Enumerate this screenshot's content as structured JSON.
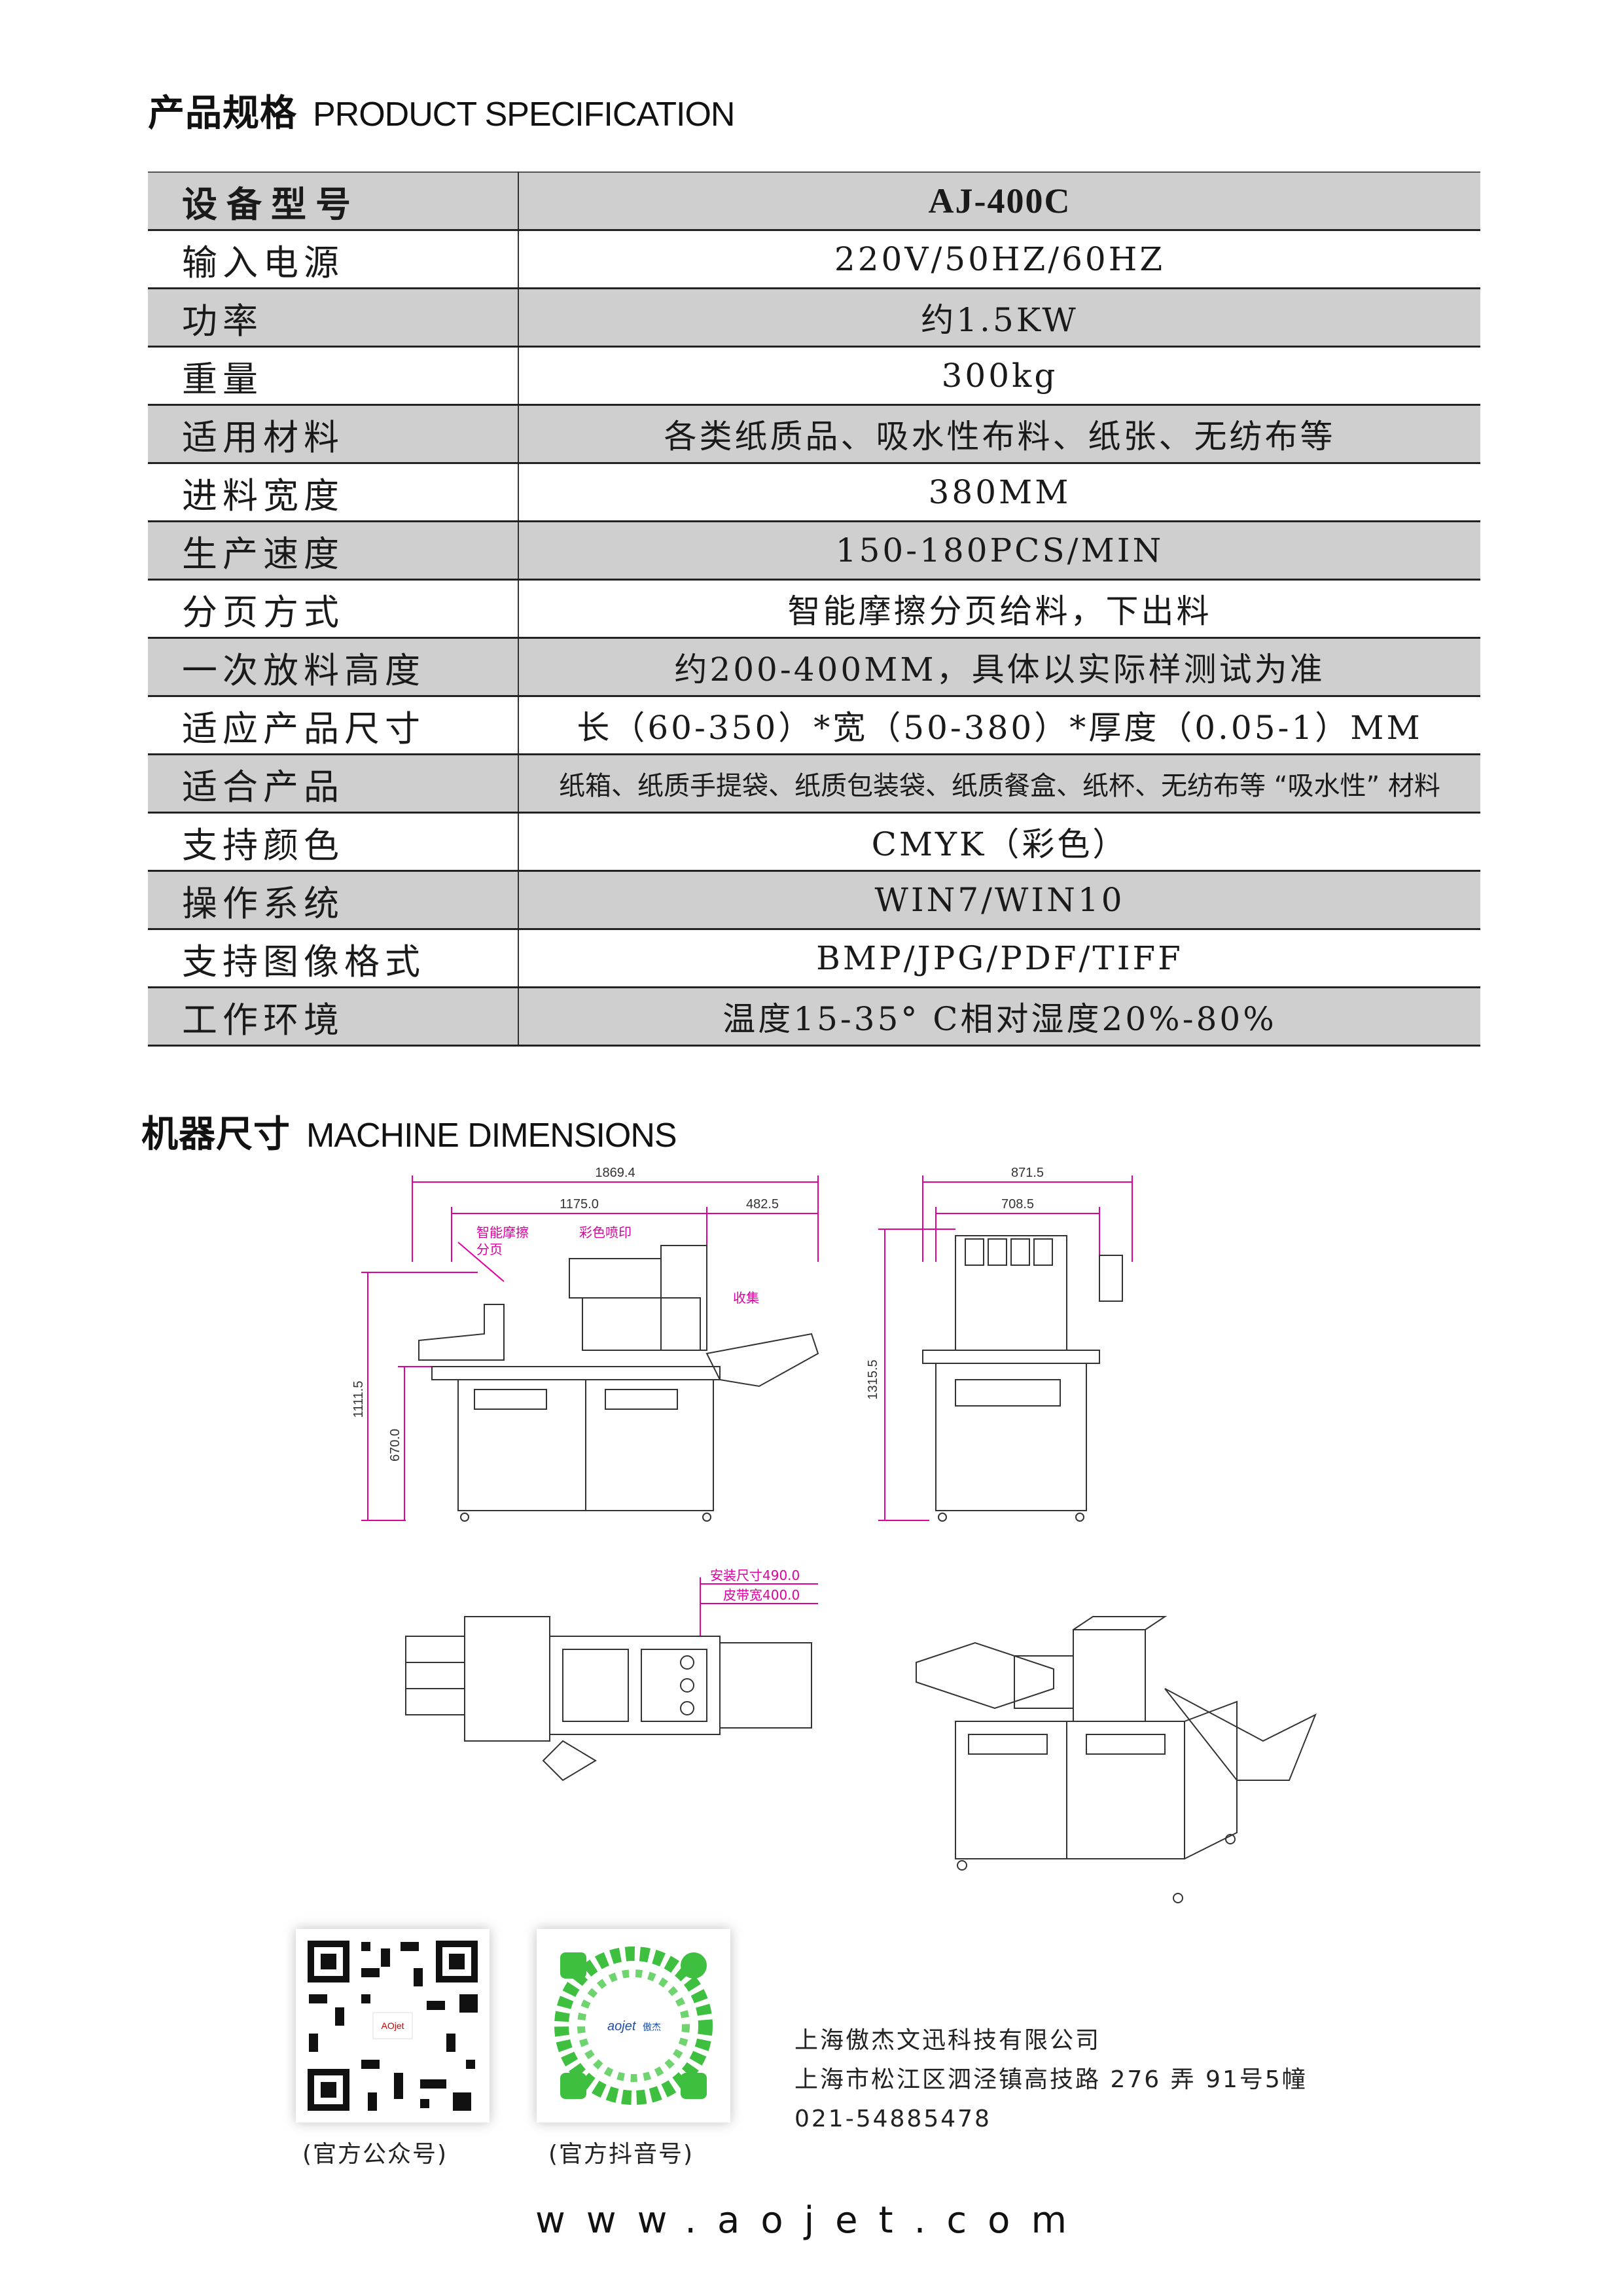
{
  "spec_section": {
    "title_cn": "产品规格",
    "title_en": "PRODUCT SPECIFICATION"
  },
  "spec_rows": [
    {
      "label": "设备型号",
      "value": "AJ-400C"
    },
    {
      "label": "输入电源",
      "value": "220V/50HZ/60HZ"
    },
    {
      "label": "功率",
      "value": "约1.5KW"
    },
    {
      "label": "重量",
      "value": "300kg"
    },
    {
      "label": "适用材料",
      "value": "各类纸质品、吸水性布料、纸张、无纺布等"
    },
    {
      "label": "进料宽度",
      "value": "380MM"
    },
    {
      "label": "生产速度",
      "value": "150-180PCS/MIN"
    },
    {
      "label": "分页方式",
      "value": "智能摩擦分页给料，下出料"
    },
    {
      "label": "一次放料高度",
      "value": "约200-400MM，具体以实际样测试为准"
    },
    {
      "label": "适应产品尺寸",
      "value": "长（60-350）*宽（50-380）*厚度（0.05-1）MM"
    },
    {
      "label": "适合产品",
      "value": "纸箱、纸质手提袋、纸质包装袋、纸质餐盒、纸杯、无纺布等 “吸水性” 材料"
    },
    {
      "label": "支持颜色",
      "value": "CMYK（彩色）"
    },
    {
      "label": "操作系统",
      "value": "WIN7/WIN10"
    },
    {
      "label": "支持图像格式",
      "value": "BMP/JPG/PDF/TIFF"
    },
    {
      "label": "工作环境",
      "value": "温度15-35° C相对湿度20%-80%"
    }
  ],
  "dim_section": {
    "title_cn": "机器尺寸",
    "title_en": "MACHINE DIMENSIONS"
  },
  "front_view": {
    "overall_length": "1869.4",
    "left_length": "1175.0",
    "right_length": "482.5",
    "overall_height": "1111.5",
    "table_height": "670.0",
    "zone_feed": "智能摩擦",
    "zone_feed_2": "分页",
    "zone_print": "彩色喷印",
    "zone_collect": "收集"
  },
  "side_view": {
    "overall_width": "871.5",
    "inner_width": "708.5",
    "overall_height": "1315.5"
  },
  "top_view": {
    "install_size": "安装尺寸490.0",
    "belt_width": "皮带宽400.0"
  },
  "qr_codes": [
    {
      "caption": "(官方公众号)"
    },
    {
      "caption": "(官方抖音号)",
      "logo_text": "aojet",
      "logo_cn": "傲杰"
    }
  ],
  "company": {
    "name": "上海傲杰文迅科技有限公司",
    "address": "上海市松江区泗泾镇高技路 276 弄 91号5幢",
    "phone": "021-54885478"
  },
  "website": "www.aojet.com",
  "colors": {
    "row_shade": "#cfcfcf",
    "dimension": "#e000a0",
    "qr_green": "#3fbf3f"
  }
}
